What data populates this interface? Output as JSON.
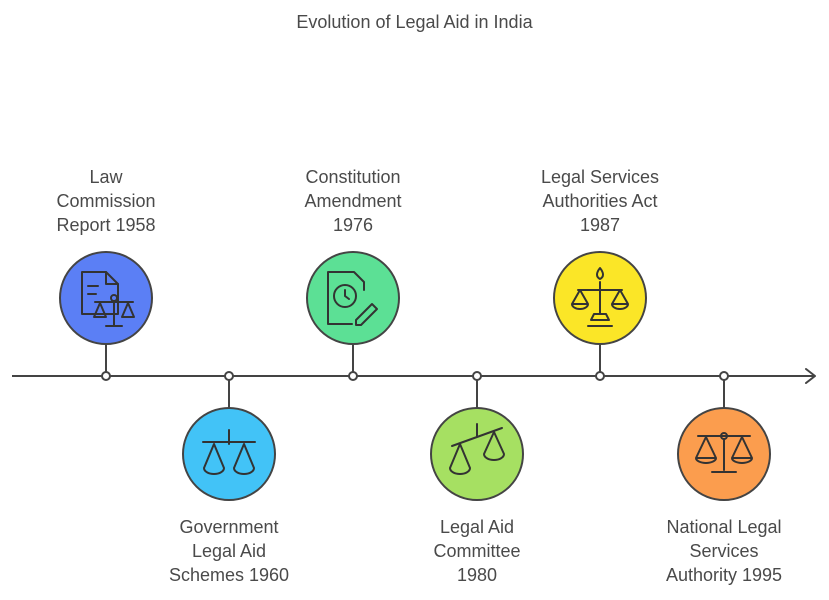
{
  "title": "Evolution of Legal Aid in India",
  "events": [
    {
      "lines": [
        "Law",
        "Commission",
        "Report 1958"
      ],
      "color": "#5b7ff5",
      "icon": "document-scales-icon"
    },
    {
      "lines": [
        "Government",
        "Legal Aid",
        "Schemes 1960"
      ],
      "color": "#42c3f7",
      "icon": "scales-icon"
    },
    {
      "lines": [
        "Constitution",
        "Amendment",
        "1976"
      ],
      "color": "#5ce095",
      "icon": "document-clock-pen-icon"
    },
    {
      "lines": [
        "Legal Aid",
        "Committee",
        "1980"
      ],
      "color": "#a6e062",
      "icon": "tilted-scales-icon"
    },
    {
      "lines": [
        "Legal Services",
        "Authorities Act",
        "1987"
      ],
      "color": "#fbe627",
      "icon": "flame-scales-icon"
    },
    {
      "lines": [
        "National Legal",
        "Services",
        "Authority 1995"
      ],
      "color": "#fb9d4e",
      "icon": "balance-scales-icon"
    }
  ]
}
